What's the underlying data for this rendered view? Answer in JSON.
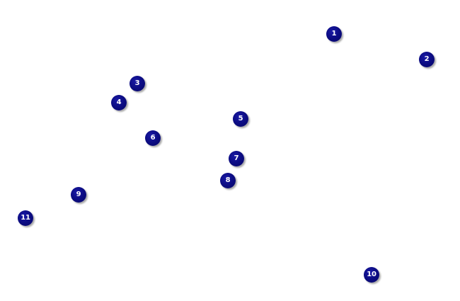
{
  "markers": [
    {
      "label": "1"
    },
    {
      "label": "2"
    },
    {
      "label": "3"
    },
    {
      "label": "4"
    },
    {
      "label": "5"
    },
    {
      "label": "6"
    },
    {
      "label": "7"
    },
    {
      "label": "8"
    },
    {
      "label": "9"
    },
    {
      "label": "10"
    },
    {
      "label": "11"
    }
  ],
  "colors": {
    "background": "#ffffff",
    "marker_fill": "#0d0d85",
    "marker_text": "#ffffff"
  }
}
